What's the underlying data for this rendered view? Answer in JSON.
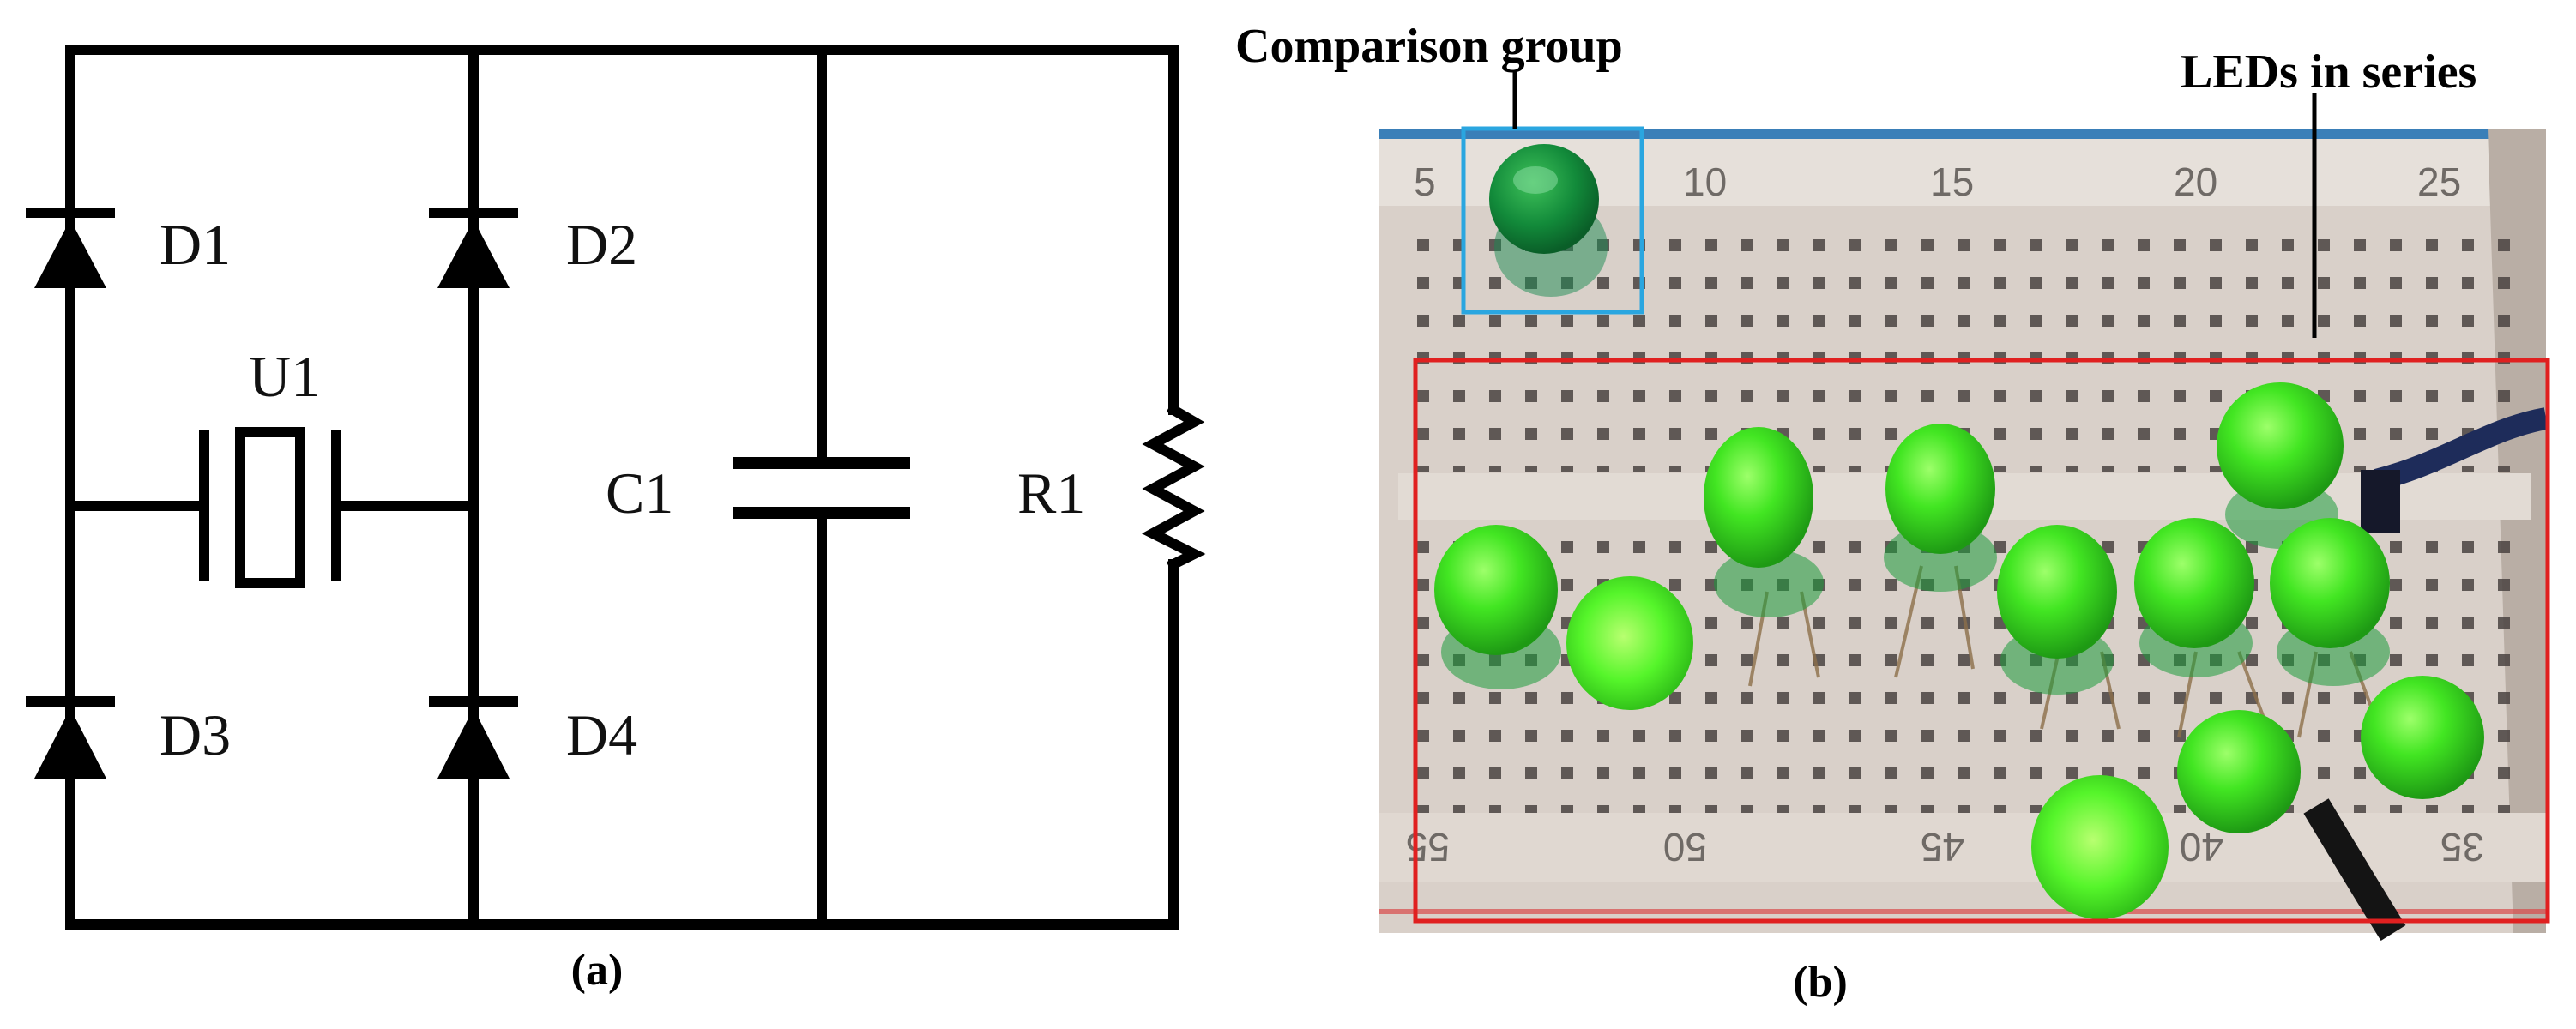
{
  "panel_a": {
    "caption": "(a)",
    "components": {
      "d1": "D1",
      "d2": "D2",
      "d3": "D3",
      "d4": "D4",
      "u1": "U1",
      "c1": "C1",
      "r1": "R1"
    }
  },
  "panel_b": {
    "caption": "(b)",
    "annotations": {
      "comparison": "Comparison group",
      "series": "LEDs in series"
    },
    "breadboard_numbers_top": [
      "5",
      "10",
      "15",
      "20",
      "25"
    ],
    "breadboard_numbers_bottom": [
      "55",
      "50",
      "45",
      "40",
      "35"
    ],
    "colors": {
      "comparison_box": "#2aa6e0",
      "series_box": "#e02020",
      "led_green": "#35e61a",
      "breadboard": "#d9d0c9"
    }
  }
}
